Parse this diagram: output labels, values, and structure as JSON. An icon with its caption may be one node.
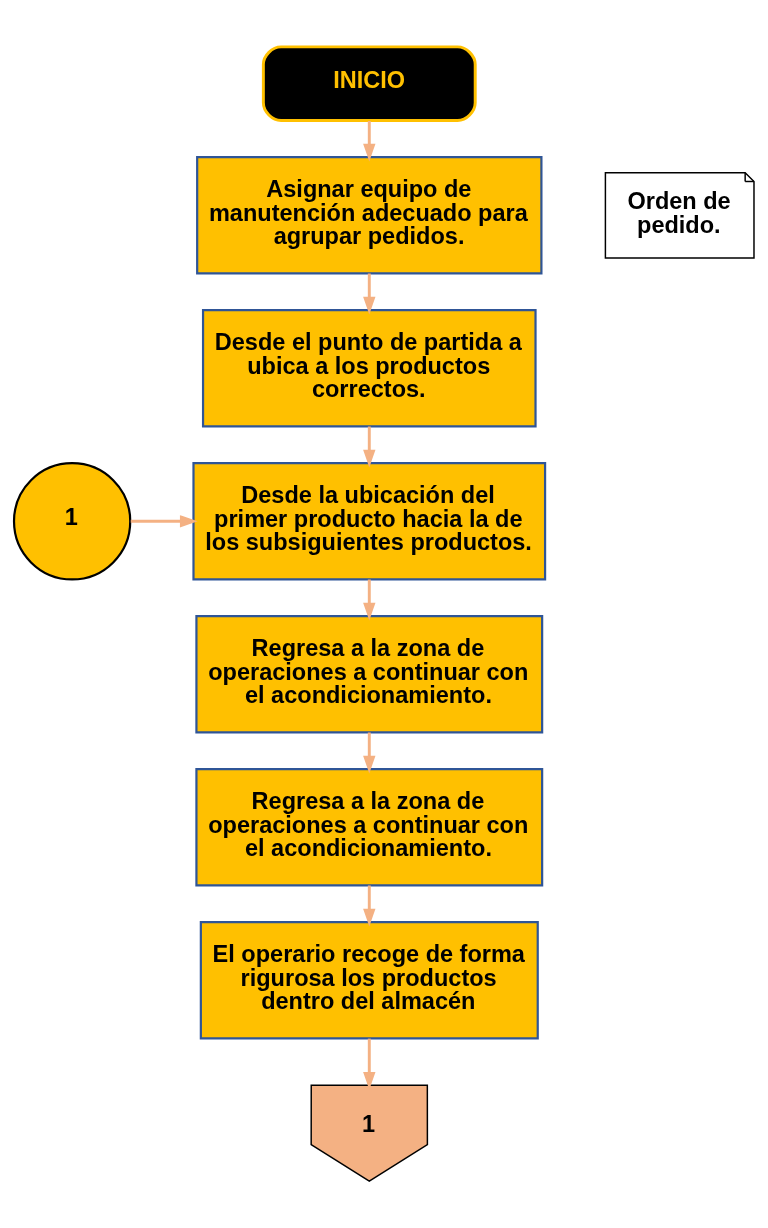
{
  "diagram": {
    "nodes": [
      {
        "text": [
          "INICIO"
        ]
      },
      {
        "text": [
          "Asignar equipo de manutención adecuado para agrupar pedidos."
        ]
      },
      {
        "text": [
          "Orden de pedido."
        ]
      },
      {
        "text": [
          "Desde el punto de partida a ubica a los productos correctos."
        ]
      },
      {
        "text": [
          "1"
        ]
      },
      {
        "text": [
          "Desde la ubicación del primer producto hacia la de los subsiguientes productos."
        ]
      },
      {
        "text": [
          "Regresa a la zona de operaciones a continuar con el acondicionamiento."
        ]
      },
      {
        "text": [
          "Regresa a la zona de operaciones a continuar con el acondicionamiento."
        ]
      },
      {
        "text": [
          "El operario recoge de forma rigurosa los productos dentro del almacén"
        ]
      },
      {
        "text": [
          "1"
        ]
      }
    ],
    "edges": [
      {
        "from": 0,
        "to": 1,
        "arrow": "to"
      },
      {
        "from": 1,
        "to": 3,
        "arrow": "to"
      },
      {
        "from": 3,
        "to": 5,
        "arrow": "to"
      },
      {
        "from": 4,
        "to": 5,
        "arrow": "to"
      },
      {
        "from": 5,
        "to": 6,
        "arrow": "to"
      },
      {
        "from": 6,
        "to": 7,
        "arrow": "to"
      },
      {
        "from": 7,
        "to": 8,
        "arrow": "to"
      },
      {
        "from": 8,
        "to": 9,
        "arrow": "to"
      }
    ]
  }
}
